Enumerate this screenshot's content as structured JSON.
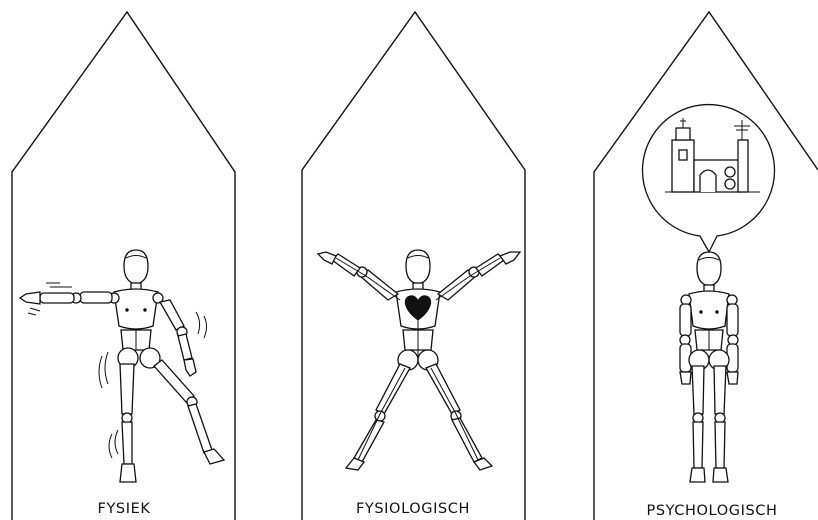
{
  "panels": [
    {
      "label": "FYSIEK"
    },
    {
      "label": "FYSIOLOGISCH"
    },
    {
      "label": "PSYCHOLOGISCH"
    }
  ]
}
